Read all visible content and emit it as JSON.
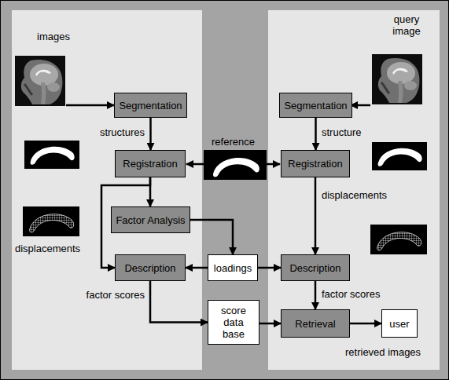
{
  "diagram": {
    "nodes": [
      {
        "text": [
          "Segmentation"
        ]
      },
      {
        "text": [
          "Segmentation"
        ]
      },
      {
        "text": [
          "Registration"
        ]
      },
      {
        "text": [
          "Registration"
        ]
      },
      {
        "text": [
          "Factor Analysis"
        ]
      },
      {
        "text": [
          "loadings"
        ]
      },
      {
        "text": [
          "Description"
        ]
      },
      {
        "text": [
          "Description"
        ]
      },
      {
        "text": [
          "score data base"
        ]
      },
      {
        "text": [
          "Retrieval"
        ]
      },
      {
        "text": [
          "user"
        ]
      }
    ],
    "edges": [
      {
        "from": 0,
        "to": 2,
        "arrow": "to"
      },
      {
        "from": 1,
        "to": 3,
        "arrow": "to"
      },
      {
        "from": 2,
        "to": 4,
        "arrow": "to"
      },
      {
        "from": 2,
        "to": 6,
        "arrow": "to"
      },
      {
        "from": 4,
        "to": 5,
        "arrow": "to"
      },
      {
        "from": 5,
        "to": 6,
        "arrow": "to"
      },
      {
        "from": 5,
        "to": 7,
        "arrow": "to"
      },
      {
        "from": 3,
        "to": 7,
        "arrow": "to"
      },
      {
        "from": 6,
        "to": 8,
        "arrow": "to"
      },
      {
        "from": 8,
        "to": 9,
        "arrow": "to"
      },
      {
        "from": 7,
        "to": 9,
        "arrow": "to"
      },
      {
        "from": 9,
        "to": 10,
        "arrow": "to"
      }
    ],
    "labels": [
      "images",
      "query image",
      "structures",
      "reference",
      "structure",
      "displacements",
      "displacements",
      "factor scores",
      "factor scores",
      "retrieved images"
    ]
  }
}
